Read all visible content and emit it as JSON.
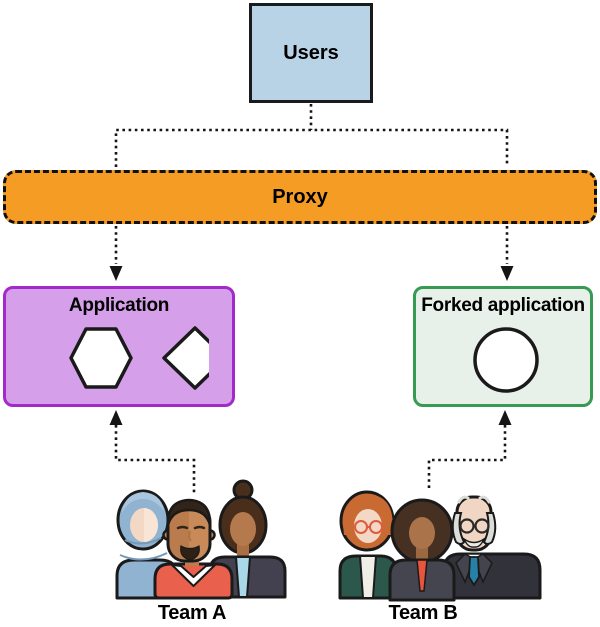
{
  "diagram": {
    "users": {
      "label": "Users",
      "fill": "#b9d3e6",
      "border_color": "#1a1a1a"
    },
    "proxy": {
      "label": "Proxy",
      "fill": "#f59c24",
      "border_color": "#111111",
      "border_style": "dashed"
    },
    "application": {
      "label": "Application",
      "fill": "#d5a0e9",
      "border_color": "#a429c9",
      "icons": [
        "hexagon-icon",
        "diamond-icon"
      ]
    },
    "forked_application": {
      "label": "Forked application",
      "fill": "#e8f1e9",
      "border_color": "#369a52",
      "icons": [
        "circle-icon"
      ]
    },
    "team_a": {
      "label": "Team A",
      "members": [
        "woman-wearing-hijab",
        "man-with-goatee-red-shirt",
        "woman-with-hair-bun"
      ]
    },
    "team_b": {
      "label": "Team B",
      "members": [
        "woman-with-red-hair-glasses",
        "woman-with-curly-hair",
        "elderly-man-with-glasses"
      ]
    },
    "connectors": [
      {
        "from": "users",
        "to": "proxy",
        "style": "dotted",
        "arrow": "none"
      },
      {
        "from": "proxy",
        "to": "application",
        "style": "dotted",
        "arrow": "down"
      },
      {
        "from": "proxy",
        "to": "forked_application",
        "style": "dotted",
        "arrow": "down"
      },
      {
        "from": "team_a",
        "to": "application",
        "style": "dotted",
        "arrow": "up"
      },
      {
        "from": "team_b",
        "to": "forked_application",
        "style": "dotted",
        "arrow": "up"
      }
    ],
    "line_color": "#151515"
  }
}
